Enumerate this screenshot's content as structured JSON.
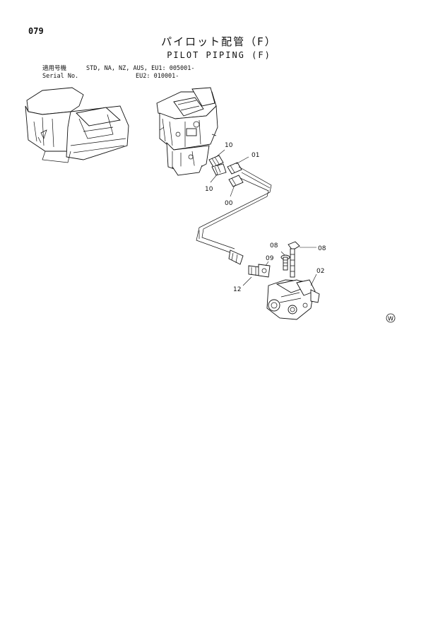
{
  "page_number": "079",
  "title_jp": "パイロット配管（F）",
  "title_en": "PILOT PIPING (F)",
  "serial": {
    "row1_label": "適用号機",
    "row1_value": "STD, NA, NZ, AUS, EU1: 005001-",
    "row2_label": "Serial No.",
    "row2_value": "EU2: 010001-"
  },
  "callouts": {
    "c10a": "10",
    "c10b": "10",
    "c01": "01",
    "c00": "00",
    "c08a": "08",
    "c08b": "08",
    "c09": "09",
    "c02": "02",
    "c12": "12"
  },
  "mark": "W"
}
